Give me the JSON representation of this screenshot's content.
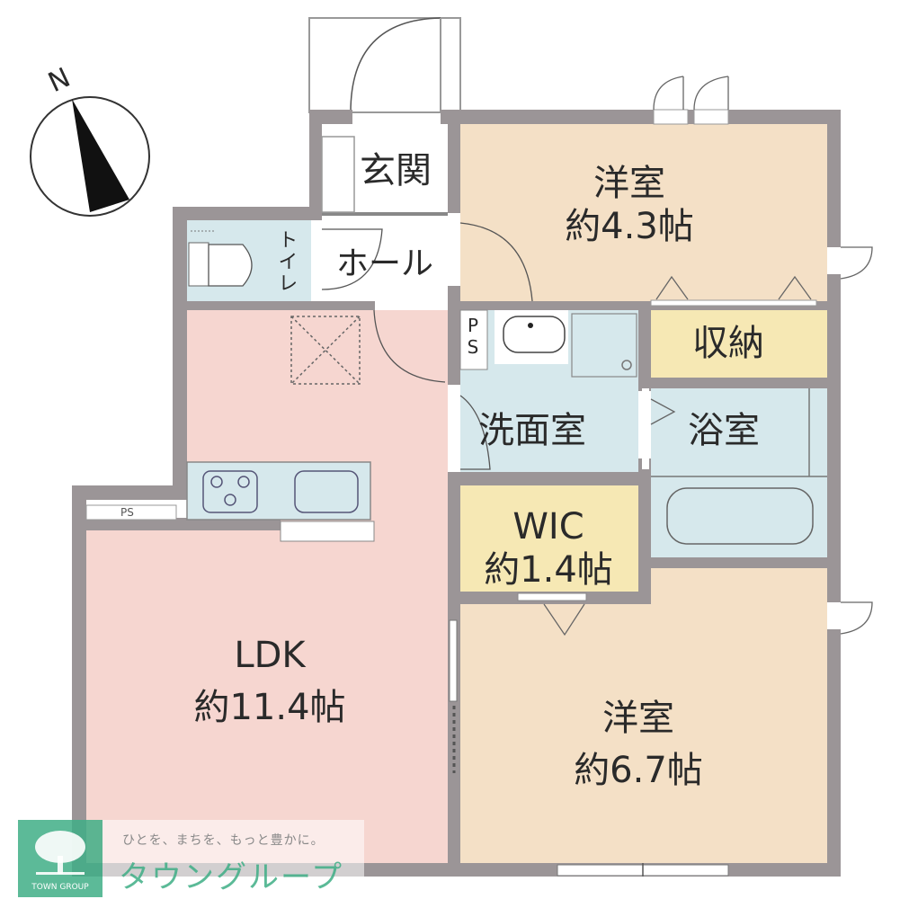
{
  "compass": {
    "label": "N",
    "icon": "north-arrow-icon"
  },
  "rooms": {
    "entrance": {
      "name": "玄関"
    },
    "hall": {
      "name": "ホール"
    },
    "toilet": {
      "name": "トイレ"
    },
    "western_room_1": {
      "name": "洋室",
      "size": "約4.3帖"
    },
    "storage": {
      "name": "収納"
    },
    "ps_wash": {
      "name": "PS"
    },
    "washroom": {
      "name": "洗面室"
    },
    "bathroom": {
      "name": "浴室"
    },
    "wic": {
      "name": "WIC",
      "size": "約1.4帖"
    },
    "ldk": {
      "name": "LDK",
      "size": "約11.4帖"
    },
    "ps_kitchen": {
      "name": "PS"
    },
    "western_room_2": {
      "name": "洋室",
      "size": "約6.7帖"
    }
  },
  "colors": {
    "wall": "#9b9597",
    "western": "#f4e0c6",
    "ldk": "#f6d6d0",
    "wet": "#d6e8ec",
    "storage": "#f6e8b4",
    "logo_green": "#3fae86"
  },
  "logo": {
    "tagline": "ひとを、まちを、もっと豊かに。",
    "name": "タウングループ",
    "badge": "TOWN GROUP"
  }
}
